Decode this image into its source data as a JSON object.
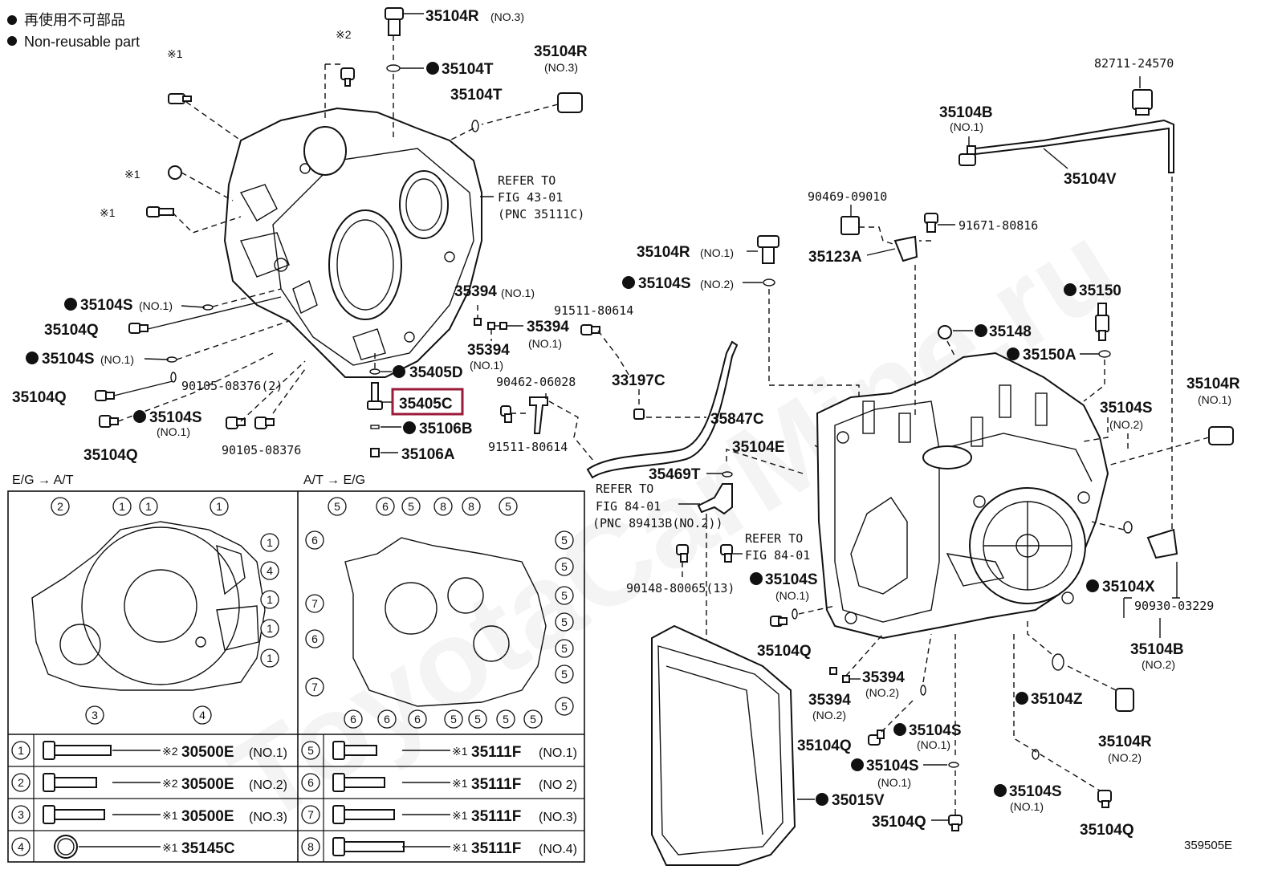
{
  "legend": {
    "jp": "再使用不可部品",
    "en": "Non-reusable part"
  },
  "watermark": "ToyotaCarMine.ru",
  "highlight_color": "#9b1b3a",
  "left_labels": [
    {
      "id": "a1",
      "text": "※2",
      "sub": ""
    },
    {
      "id": "a2",
      "text": "※1",
      "sub": ""
    },
    {
      "id": "a3",
      "text": "※1",
      "sub": ""
    },
    {
      "id": "a4",
      "text": "※1",
      "sub": ""
    },
    {
      "id": "a5",
      "text": "35104S",
      "sub": "(NO.1)",
      "dot": true
    },
    {
      "id": "a6",
      "text": "35104Q",
      "sub": ""
    },
    {
      "id": "a7",
      "text": "35104S",
      "sub": "(NO.1)",
      "dot": true
    },
    {
      "id": "a8",
      "text": "35104Q",
      "sub": ""
    },
    {
      "id": "a9",
      "text": "35104S",
      "sub": "(NO.1)",
      "dot": true
    },
    {
      "id": "a10",
      "text": "35104Q",
      "sub": ""
    },
    {
      "id": "a11",
      "text": "90105-08376(2)",
      "sub": ""
    },
    {
      "id": "a12",
      "text": "90105-08376",
      "sub": ""
    }
  ],
  "top_labels": [
    {
      "id": "t1",
      "text": "35104R",
      "sub": "(NO.3)"
    },
    {
      "id": "t2",
      "text": "35104T",
      "sub": "",
      "dot": true
    },
    {
      "id": "t3",
      "text": "35104R",
      "sub": "(NO.3)"
    },
    {
      "id": "t4",
      "text": "35104T",
      "sub": ""
    }
  ],
  "refer1": [
    "REFER TO",
    "FIG 43-01",
    "(PNC 35111C)"
  ],
  "mid_labels": {
    "l35394a": "35394",
    "l35394a_sub": "(NO.1)",
    "l35394b": "35394",
    "l35394b_sub": "(NO.1)",
    "l35394c": "35394",
    "l35394c_sub": "(NO.1)",
    "l91511a": "91511-80614",
    "l35405D": "35405D",
    "l35405C": "35405C",
    "l35106B": "35106B",
    "l35106A": "35106A",
    "l90462": "90462-06028",
    "l91511b": "91511-80614",
    "l33197C": "33197C",
    "l35847C": "35847C",
    "l35104E": "35104E",
    "l35469T": "35469T",
    "l35104R1": "35104R",
    "l35104R1_sub": "(NO.1)",
    "l35104S2": "35104S",
    "l35104S2_sub": "(NO.2)"
  },
  "refer2": [
    "REFER TO",
    "FIG 84-01",
    "(PNC 89413B(NO.2))"
  ],
  "refer3": [
    "REFER TO",
    "FIG 84-01"
  ],
  "right_labels": {
    "r82711": "82711-24570",
    "r35104B1": "35104B",
    "r35104B1_sub": "(NO.1)",
    "r35104V": "35104V",
    "r90469": "90469-09010",
    "r91671": "91671-80816",
    "r35123A": "35123A",
    "r35150": "35150",
    "r35148": "35148",
    "r35150A": "35150A",
    "r35104R": "35104R",
    "r35104R_sub": "(NO.1)",
    "r35104S": "35104S",
    "r35104S_sub": "(NO.2)",
    "r35104X": "35104X",
    "r90930": "90930-03229",
    "r35104B2": "35104B",
    "r35104B2_sub": "(NO.2)",
    "r90148": "90148-80065(13)",
    "r35104S1": "35104S",
    "r35104S1_sub": "(NO.1)",
    "r35104Q1": "35104Q",
    "r35394a": "35394",
    "r35394a_sub": "(NO.2)",
    "r35394b": "35394",
    "r35394b_sub": "(NO.2)",
    "r35104Z": "35104Z",
    "r35104R2": "35104R",
    "r35104R2_sub": "(NO.2)",
    "r35104Q2": "35104Q",
    "r35104S3": "35104S",
    "r35104S3_sub": "(NO.1)",
    "r35104S4": "35104S",
    "r35104S4_sub": "(NO.1)",
    "r35015V": "35015V",
    "r35104Q3": "35104Q",
    "r35104S5": "35104S",
    "r35104S5_sub": "(NO.1)",
    "r35104Q4": "35104Q"
  },
  "box": {
    "left_title": "E/G → A/T",
    "right_title": "A/T → E/G",
    "rows": [
      {
        "num": "1",
        "mark": "※2",
        "part": "30500E",
        "sub": "(NO.1)"
      },
      {
        "num": "2",
        "mark": "※2",
        "part": "30500E",
        "sub": "(NO.2)"
      },
      {
        "num": "3",
        "mark": "※1",
        "part": "30500E",
        "sub": "(NO.3)"
      },
      {
        "num": "4",
        "mark": "※1",
        "part": "35145C",
        "sub": ""
      },
      {
        "num": "5",
        "mark": "※1",
        "part": "35111F",
        "sub": "(NO.1)"
      },
      {
        "num": "6",
        "mark": "※1",
        "part": "35111F",
        "sub": "(NO 2)"
      },
      {
        "num": "7",
        "mark": "※1",
        "part": "35111F",
        "sub": "(NO.3)"
      },
      {
        "num": "8",
        "mark": "※1",
        "part": "35111F",
        "sub": "(NO.4)"
      }
    ]
  },
  "figure_code": "359505E"
}
